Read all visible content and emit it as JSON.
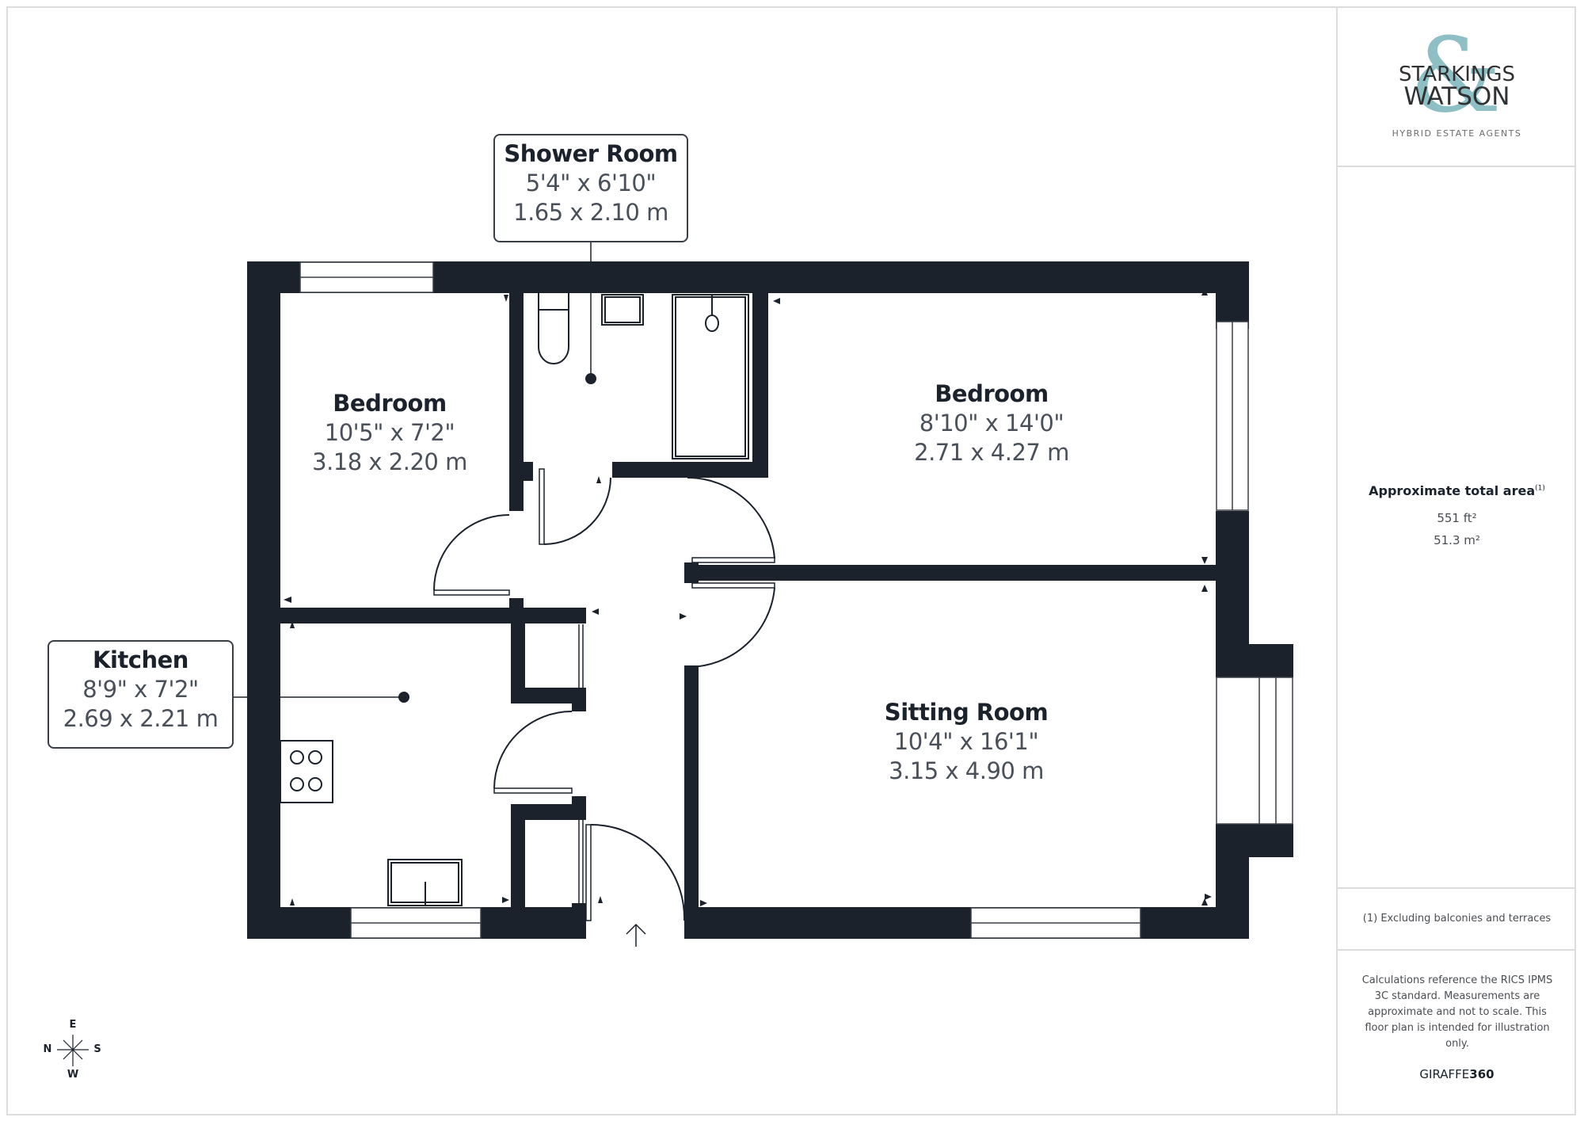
{
  "brand_panel": {
    "logo": {
      "line1": "STARKINGS",
      "line2": "WATSON",
      "ampersand": "&",
      "tagline": "HYBRID ESTATE AGENTS",
      "accent_color": "#8ebfc4"
    },
    "area": {
      "title": "Approximate total area",
      "footnote_marker": "(1)",
      "sq_ft": "551 ft²",
      "sq_m": "51.3 m²"
    },
    "footnote": "(1) Excluding balconies and terraces",
    "disclaimer": "Calculations reference the RICS IPMS 3C standard. Measurements are approximate and not to scale. This floor plan is intended for illustration only.",
    "provider": {
      "name_light": "GIRAFFE",
      "name_bold": "360"
    }
  },
  "rooms": [
    {
      "name": "Bedroom",
      "imperial": "10'5\" x 7'2\"",
      "metric": "3.18 x 2.20 m"
    },
    {
      "name": "Bedroom",
      "imperial": "8'10\" x 14'0\"",
      "metric": "2.71 x 4.27 m"
    },
    {
      "name": "Sitting Room",
      "imperial": "10'4\" x 16'1\"",
      "metric": "3.15 x 4.90 m"
    },
    {
      "name": "Shower Room",
      "imperial": "5'4\" x 6'10\"",
      "metric": "1.65 x 2.10 m"
    },
    {
      "name": "Kitchen",
      "imperial": "8'9\" x 7'2\"",
      "metric": "2.69 x 2.21 m"
    }
  ],
  "compass": {
    "top": "E",
    "left": "N",
    "right": "S",
    "bottom": "W"
  },
  "colors": {
    "wall": "#1b222c",
    "text_dim": "#4a5059",
    "border": "#dcdcdc"
  }
}
